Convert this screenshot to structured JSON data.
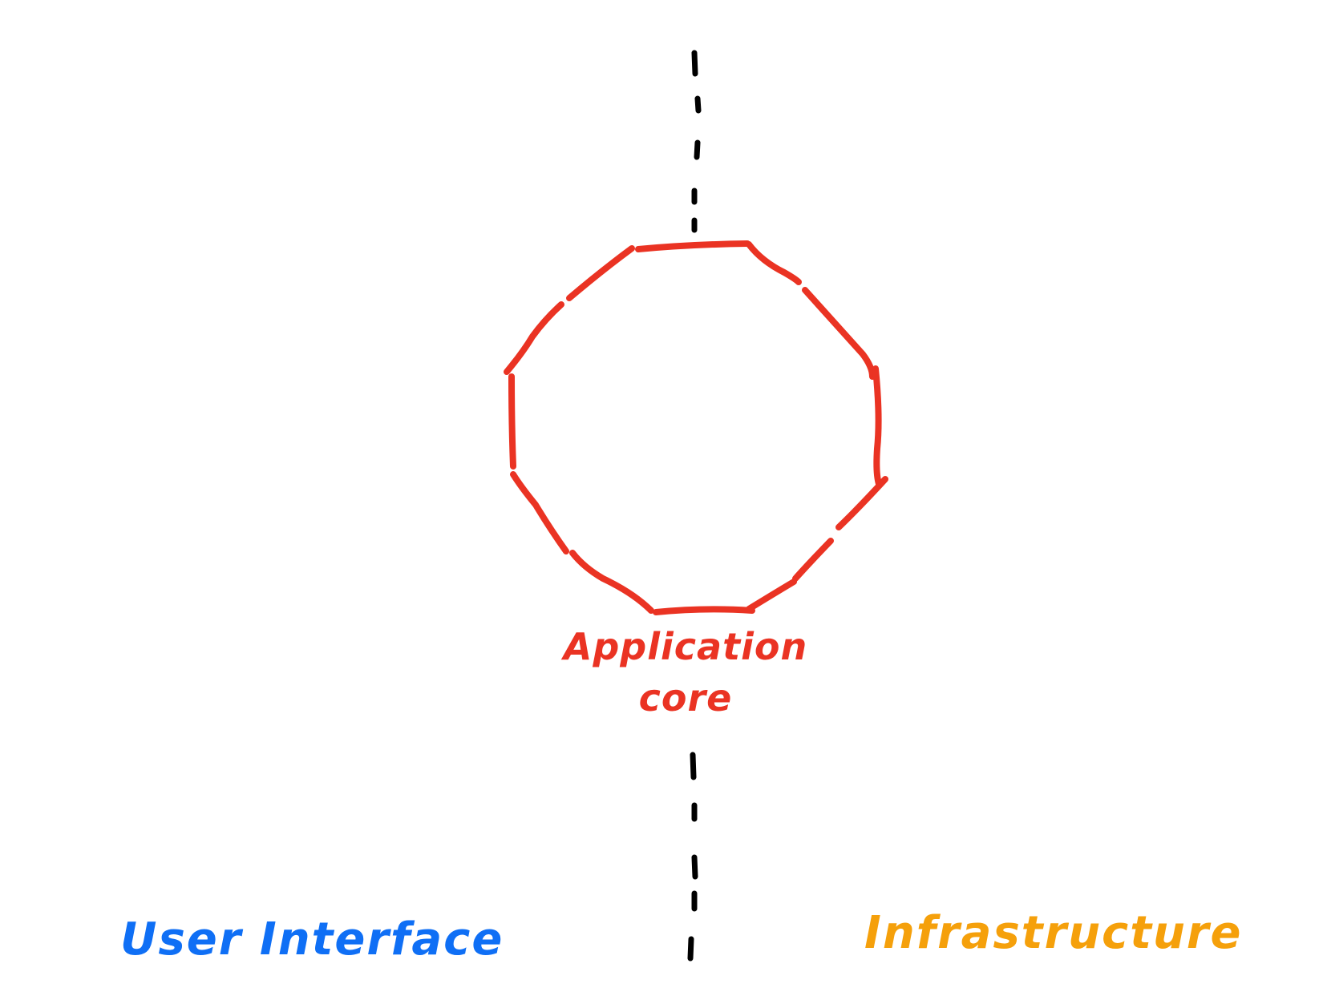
{
  "labels": {
    "core": "Application\ncore",
    "core_line1": "Application",
    "core_line2": "core",
    "user_interface": "User Interface",
    "infrastructure": "Infrastructure"
  },
  "colors": {
    "core": "#ea3323",
    "user_interface": "#0f6ff5",
    "infrastructure": "#f5a00b",
    "divider": "#000000",
    "background": "#ffffff"
  },
  "elements": {
    "core_shape": "decagon",
    "divider_style": "dashed"
  }
}
